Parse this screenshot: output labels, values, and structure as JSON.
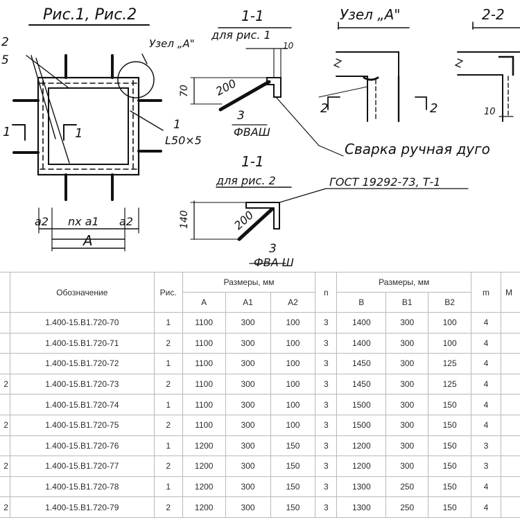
{
  "drawing": {
    "fig_title": "Рис.1, Рис.2",
    "section_1_1": "1-1",
    "for_fig1": "для рис. 1",
    "for_fig2": "для рис. 2",
    "node_a_title": "Узел „А\"",
    "section_2_2": "2-2",
    "node_a_callout": "Узел „А\"",
    "left_mark_top": "2",
    "left_mark_bottom": "5",
    "cut_mark_left": "1",
    "cut_mark_right": "1",
    "angle_mark": "1",
    "angle_profile": "L50×5",
    "dim_70": "70",
    "dim_200_a": "200",
    "dim_10_a": "10",
    "rod_no_a": "3",
    "rod_type_a": "ФВАШ",
    "dim_140": "140",
    "dim_200_b": "200",
    "rod_no_b": "3",
    "rod_type_b": "ФВА Ш",
    "gost": "ГОСТ 19292-73, Т-1",
    "weld_note": "Сварка ручная дуго",
    "section_mark_2_left": "2",
    "section_mark_2_right": "2",
    "dim_10_b": "10",
    "dim_a2_left": "a2",
    "dim_n_a1": "nx a1",
    "dim_a2_right": "a2",
    "dim_A": "A"
  },
  "table": {
    "headers": {
      "designation": "Обозначение",
      "fig": "Рис.",
      "sizes_a": "Размеры, мм",
      "A": "A",
      "A1": "A1",
      "A2": "A2",
      "n": "n",
      "sizes_b": "Размеры, мм",
      "B": "B",
      "B1": "B1",
      "B2": "B2",
      "m": "m",
      "last": "М"
    },
    "rows": [
      {
        "first": "",
        "designation": "1.400-15.В1.720-70",
        "fig": "1",
        "A": "1100",
        "A1": "300",
        "A2": "100",
        "n": "3",
        "B": "1400",
        "B1": "300",
        "B2": "100",
        "m": "4"
      },
      {
        "first": "",
        "designation": "1.400-15.В1.720-71",
        "fig": "2",
        "A": "1100",
        "A1": "300",
        "A2": "100",
        "n": "3",
        "B": "1400",
        "B1": "300",
        "B2": "100",
        "m": "4"
      },
      {
        "first": "",
        "designation": "1.400-15.В1.720-72",
        "fig": "1",
        "A": "1100",
        "A1": "300",
        "A2": "100",
        "n": "3",
        "B": "1450",
        "B1": "300",
        "B2": "125",
        "m": "4"
      },
      {
        "first": "2",
        "designation": "1.400-15.В1.720-73",
        "fig": "2",
        "A": "1100",
        "A1": "300",
        "A2": "100",
        "n": "3",
        "B": "1450",
        "B1": "300",
        "B2": "125",
        "m": "4"
      },
      {
        "first": "",
        "designation": "1.400-15.В1.720-74",
        "fig": "1",
        "A": "1100",
        "A1": "300",
        "A2": "100",
        "n": "3",
        "B": "1500",
        "B1": "300",
        "B2": "150",
        "m": "4"
      },
      {
        "first": "2",
        "designation": "1.400-15.В1.720-75",
        "fig": "2",
        "A": "1100",
        "A1": "300",
        "A2": "100",
        "n": "3",
        "B": "1500",
        "B1": "300",
        "B2": "150",
        "m": "4"
      },
      {
        "first": "",
        "designation": "1.400-15.В1.720-76",
        "fig": "1",
        "A": "1200",
        "A1": "300",
        "A2": "150",
        "n": "3",
        "B": "1200",
        "B1": "300",
        "B2": "150",
        "m": "3"
      },
      {
        "first": "2",
        "designation": "1.400-15.В1.720-77",
        "fig": "2",
        "A": "1200",
        "A1": "300",
        "A2": "150",
        "n": "3",
        "B": "1200",
        "B1": "300",
        "B2": "150",
        "m": "3"
      },
      {
        "first": "",
        "designation": "1.400-15.В1.720-78",
        "fig": "1",
        "A": "1200",
        "A1": "300",
        "A2": "150",
        "n": "3",
        "B": "1300",
        "B1": "250",
        "B2": "150",
        "m": "4"
      },
      {
        "first": "2",
        "designation": "1.400-15.В1.720-79",
        "fig": "2",
        "A": "1200",
        "A1": "300",
        "A2": "150",
        "n": "3",
        "B": "1300",
        "B1": "250",
        "B2": "150",
        "m": "4"
      }
    ]
  }
}
